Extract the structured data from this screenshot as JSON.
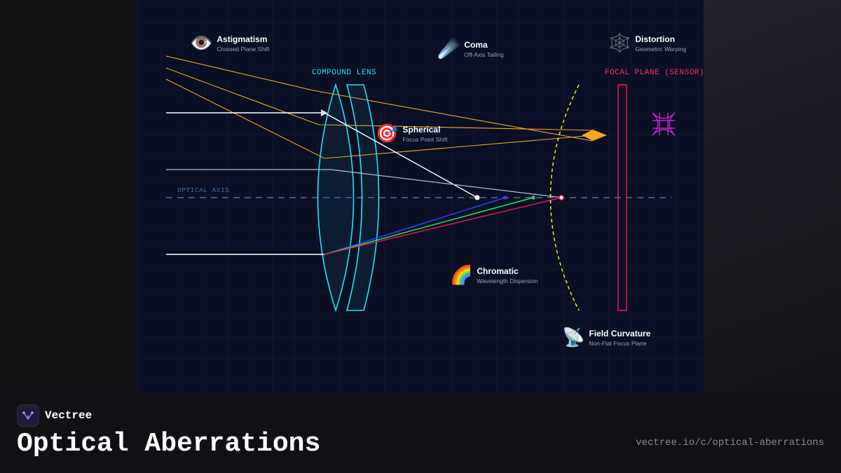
{
  "diagram": {
    "lens_label": "COMPOUND LENS",
    "sensor_label": "FOCAL PLANE (SENSOR)",
    "axis_label": "OPTICAL AXIS",
    "aberrations": [
      {
        "key": "astigmatism",
        "icon": "eye-icon",
        "emoji": "👁️",
        "title": "Astigmatism",
        "subtitle": "Crossed Plane Shift"
      },
      {
        "key": "coma",
        "icon": "comet-icon",
        "emoji": "☄️",
        "title": "Coma",
        "subtitle": "Off-Axis Tailing"
      },
      {
        "key": "distortion",
        "icon": "spiderweb-icon",
        "emoji": "🕸️",
        "title": "Distortion",
        "subtitle": "Geometric Warping"
      },
      {
        "key": "spherical",
        "icon": "target-icon",
        "emoji": "🎯",
        "title": "Spherical",
        "subtitle": "Focus Point Shift"
      },
      {
        "key": "chromatic",
        "icon": "rainbow-icon",
        "emoji": "🌈",
        "title": "Chromatic",
        "subtitle": "Wavelength Dispersion"
      },
      {
        "key": "field_curvature",
        "icon": "satellite-dish-icon",
        "emoji": "📡",
        "title": "Field Curvature",
        "subtitle": "Non-Flat Focus Plane"
      }
    ],
    "colors": {
      "lens": "#22e3f2",
      "sensor": "#e8174f",
      "sensor_label": "#ff2a6d",
      "astigmatism_rays": "#f5a623",
      "coma_ray": "#ffffff",
      "field_curve": "#f2ee1a",
      "chromatic_blue": "#2348ff",
      "chromatic_green": "#1ee85a",
      "chromatic_red": "#e8174f",
      "distortion_grid": "#e024e6",
      "axis": "#4c6aa6"
    }
  },
  "footer": {
    "brand": "Vectree",
    "title": "Optical Aberrations",
    "url": "vectree.io/c/optical-aberrations"
  }
}
